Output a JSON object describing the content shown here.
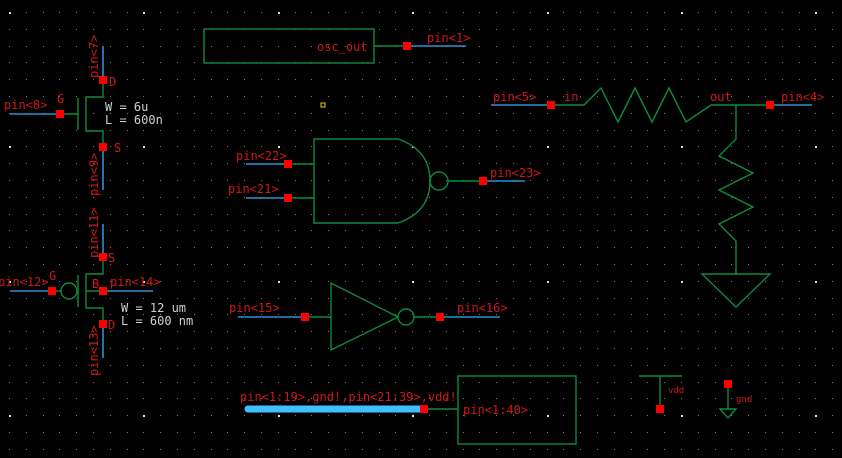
{
  "app": {
    "type": "schematic-editor",
    "background": "#000000"
  },
  "colors": {
    "wire": "#2f8fd0",
    "symbol": "#0e8a3e",
    "pin": "#ff0000",
    "label": "#d01818",
    "param": "#d0d0d0",
    "bus": "#3ec0ff",
    "marker": "#d8d800"
  },
  "components": {
    "osc_block": {
      "port_label": "osc_out",
      "net_label": "pin<1>"
    },
    "nmos": {
      "gate_net": "pin<8>",
      "drain_net": "pin<7>",
      "source_net": "pin<9>",
      "terminals": {
        "g": "G",
        "d": "D",
        "s": "S"
      },
      "width": "W = 6u",
      "length": "L = 600n"
    },
    "pmos": {
      "gate_net": "pin<12>",
      "source_net": "pin<11>",
      "drain_net": "pin<13>",
      "bulk_net": "pin<14>",
      "terminals": {
        "g": "G",
        "s": "S",
        "d": "D",
        "b": "B"
      },
      "width": "W = 12 um",
      "length": "L = 600 nm"
    },
    "nand": {
      "input_a": "pin<22>",
      "input_b": "pin<21>",
      "output": "pin<23>"
    },
    "resistor_h": {
      "left_net": "pin<5>",
      "right_net": "pin<4>",
      "in_label": "in",
      "out_label": "out"
    },
    "inverter": {
      "input": "pin<15>",
      "output": "pin<16>"
    },
    "bus_block": {
      "bus_label": "pin<1:19>,gnd!,pin<21:39>,vdd!",
      "port_label": "pin<1:40>"
    },
    "vdd": {
      "label": "vdd"
    },
    "gnd": {
      "label": "gnd"
    }
  }
}
